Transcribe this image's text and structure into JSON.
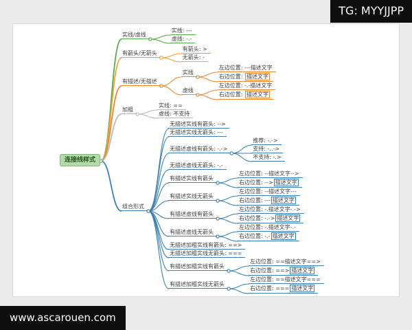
{
  "watermarks": {
    "top": "TG: MYYJJPP",
    "bottom": "www.ascarouen.com"
  },
  "mindmap": {
    "root_bg": "#b5d9a8",
    "root": {
      "label": "连接线样式",
      "children": [
        {
          "label": "实线/虚线",
          "color": "#56a94c",
          "children": [
            {
              "label": "实线: ---"
            },
            {
              "label": "虚线: -.-"
            }
          ]
        },
        {
          "label": "有箭头/无箭头",
          "color": "#f2a03d",
          "children": [
            {
              "label": "有箭头: >"
            },
            {
              "label": "无箭头: -"
            }
          ]
        },
        {
          "label": "有描述/无描述",
          "color": "#e8862e",
          "children": [
            {
              "label": "实线",
              "children": [
                {
                  "label": "左边位置: ---描述文字"
                },
                {
                  "label": "右边位置: ",
                  "box": "描述文字"
                }
              ]
            },
            {
              "label": "虚线",
              "children": [
                {
                  "label": "左边位置: -.-描述文字"
                },
                {
                  "label": "右边位置: ",
                  "box": "描述文字"
                }
              ]
            }
          ]
        },
        {
          "label": "加粗",
          "color": "#b9b9b9",
          "children": [
            {
              "label": "实线: =="
            },
            {
              "label": "虚线: 不支持"
            }
          ]
        },
        {
          "label": "组合形式",
          "color": "#3c7fb0",
          "children": [
            {
              "label": "无描述实线有箭头: -->"
            },
            {
              "label": "无描述实线无箭头: ---"
            },
            {
              "label": "无描述虚线有箭头: -.->",
              "children": [
                {
                  "label": "推荐: -.->"
                },
                {
                  "label": "支持: -..->"
                },
                {
                  "label": "不支持: -.>"
                }
              ]
            },
            {
              "label": "无描述虚线无箭头: -.-"
            },
            {
              "label": "有描述实线有箭头",
              "children": [
                {
                  "label": "左边位置: --描述文字-->"
                },
                {
                  "label": "右边位置: -->",
                  "box": "描述文字"
                }
              ]
            },
            {
              "label": "有描述实线无箭头",
              "children": [
                {
                  "label": "左边位置: --描述文字---"
                },
                {
                  "label": "右边位置: ---",
                  "box": "描述文字"
                }
              ]
            },
            {
              "label": "有描述虚线有箭头",
              "children": [
                {
                  "label": "左边位置: -.描述文字-.->"
                },
                {
                  "label": "右边位置: -.->",
                  "box": "描述文字"
                }
              ]
            },
            {
              "label": "有描述虚线无箭头",
              "children": [
                {
                  "label": "左边位置: -.描述文字-.-"
                },
                {
                  "label": "右边位置: -.-",
                  "box": "描述文字"
                }
              ]
            },
            {
              "label": "无描述加粗实线有箭头: ==>"
            },
            {
              "label": "无描述加粗实线无箭头: ==="
            },
            {
              "label": "有描述加粗实线有箭头",
              "children": [
                {
                  "label": "左边位置: ==描述文字==>"
                },
                {
                  "label": "右边位置: ==>",
                  "box": "描述文字"
                }
              ]
            },
            {
              "label": "有描述加粗实线无箭头",
              "children": [
                {
                  "label": "左边位置: ==描述文字==="
                },
                {
                  "label": "右边位置: ===",
                  "box": "描述文字"
                }
              ]
            }
          ]
        }
      ]
    }
  }
}
